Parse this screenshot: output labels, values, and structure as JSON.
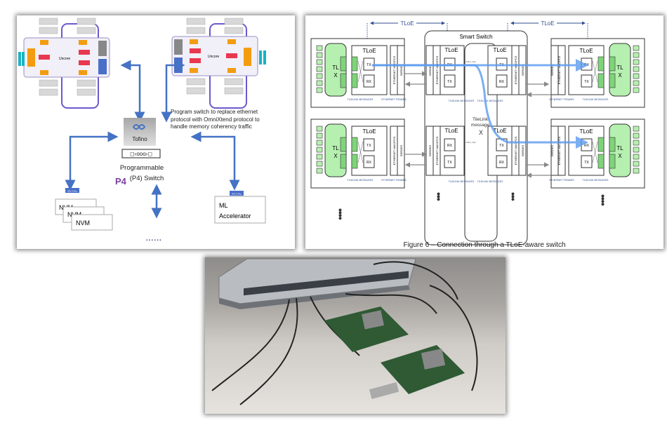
{
  "left_diagram": {
    "uncore_label": "Uncore",
    "switch_name": "Tofino",
    "switch_caption_line1": "Programmable",
    "switch_caption_line2": "(P4) Switch",
    "p4_logo": "P4",
    "note_lines": [
      "Program switch to replace ethernet",
      "protocol with OmniXtend protocol to",
      "handle memory coherency traffic"
    ],
    "nvm_label": "NVM",
    "ml_line1": "ML",
    "ml_line2": "Accelerator",
    "phy_label": "802.3 Phy",
    "ellipsis": "......"
  },
  "right_diagram": {
    "tloe_span": "TLoE",
    "smart_switch": "Smart Switch",
    "tloe": "TLoE",
    "tx": "TX",
    "rx": "RX",
    "tl": "TL",
    "x": "X",
    "mac": "ETHERNET MAC/PCS",
    "serdes": "SERDES",
    "tilelink_messages": "TILELINK MESSAGES",
    "ethernet_frames": "ETHERNET FRAMES",
    "tilelink_message_center": [
      "TileLink",
      "message",
      "X"
    ],
    "channels_a": "A,B,C, D,E",
    "caption": "Figure 6 – Connection through a TLoE-aware switch"
  },
  "colors": {
    "arrow_blue": "#4472c4",
    "tl_green": "#b6f0b0",
    "uncore_orange": "#f39c12",
    "uncore_red": "#e8384f",
    "phy_blue": "#4a6fc9",
    "flow_blue": "#5b9bf0"
  }
}
